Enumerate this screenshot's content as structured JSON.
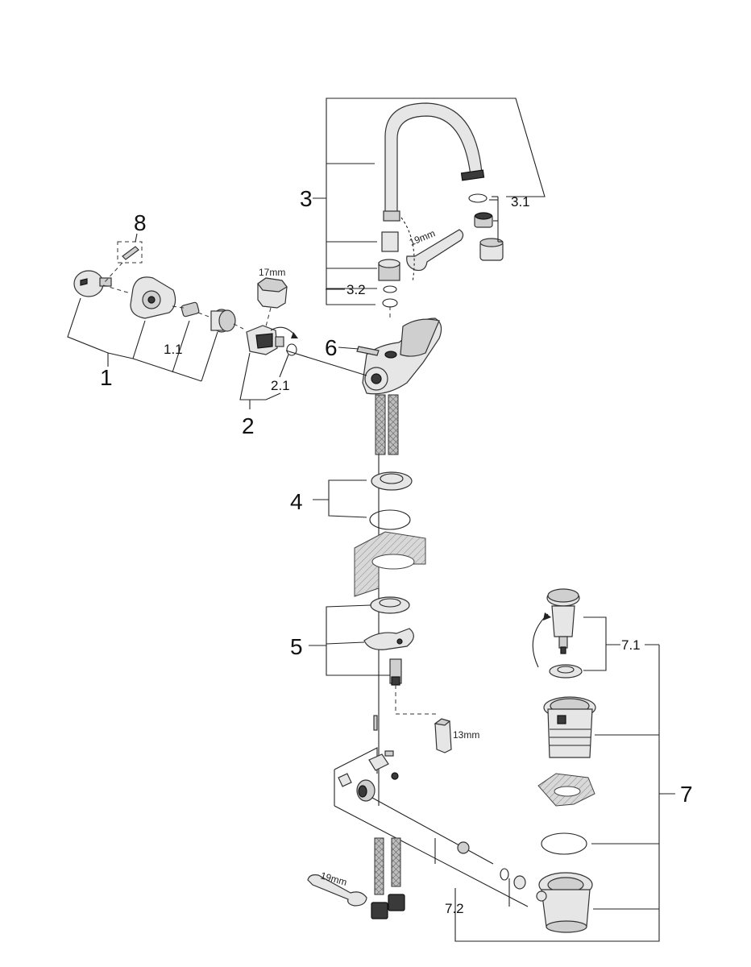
{
  "labels": {
    "p1": "1",
    "p1_1": "1.1",
    "p2": "2",
    "p2_1": "2.1",
    "p3": "3",
    "p3_1": "3.1",
    "p3_2": "3.2",
    "p4": "4",
    "p5": "5",
    "p6": "6",
    "p7": "7",
    "p7_1": "7.1",
    "p7_2": "7.2",
    "p8": "8"
  },
  "tool_sizes": {
    "wrench_17": "17mm",
    "wrench_19_top": "19mm",
    "wrench_13": "13mm",
    "wrench_19_bottom": "19mm"
  },
  "colors": {
    "line": "#222222",
    "part_fill": "#e6e6e6",
    "seal_ring": "#111111"
  }
}
